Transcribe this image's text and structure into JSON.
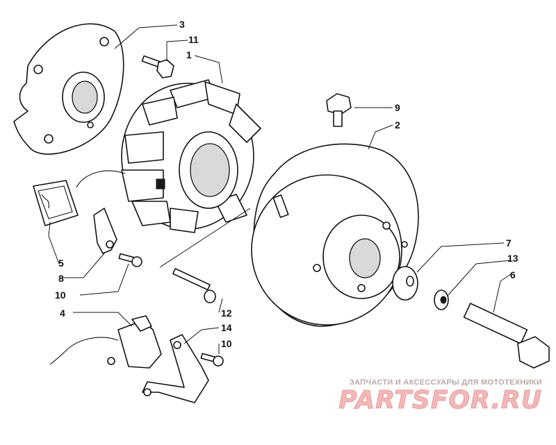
{
  "callouts": {
    "c1": "1",
    "c2": "2",
    "c3": "3",
    "c4": "4",
    "c5": "5",
    "c6": "6",
    "c7": "7",
    "c8": "8",
    "c9": "9",
    "c10a": "10",
    "c10b": "10",
    "c11": "11",
    "c12": "12",
    "c13": "13",
    "c14": "14"
  },
  "watermark": {
    "subtitle": "ЗАПЧАСТИ И АКСЕССУАРЫ ДЛЯ МОТОТЕХНИКИ",
    "logo": "PARTSFOR.RU"
  },
  "colors": {
    "line": "#111111",
    "watermark_logo": "#f2b8b8",
    "watermark_sub": "#b8a8a8"
  }
}
